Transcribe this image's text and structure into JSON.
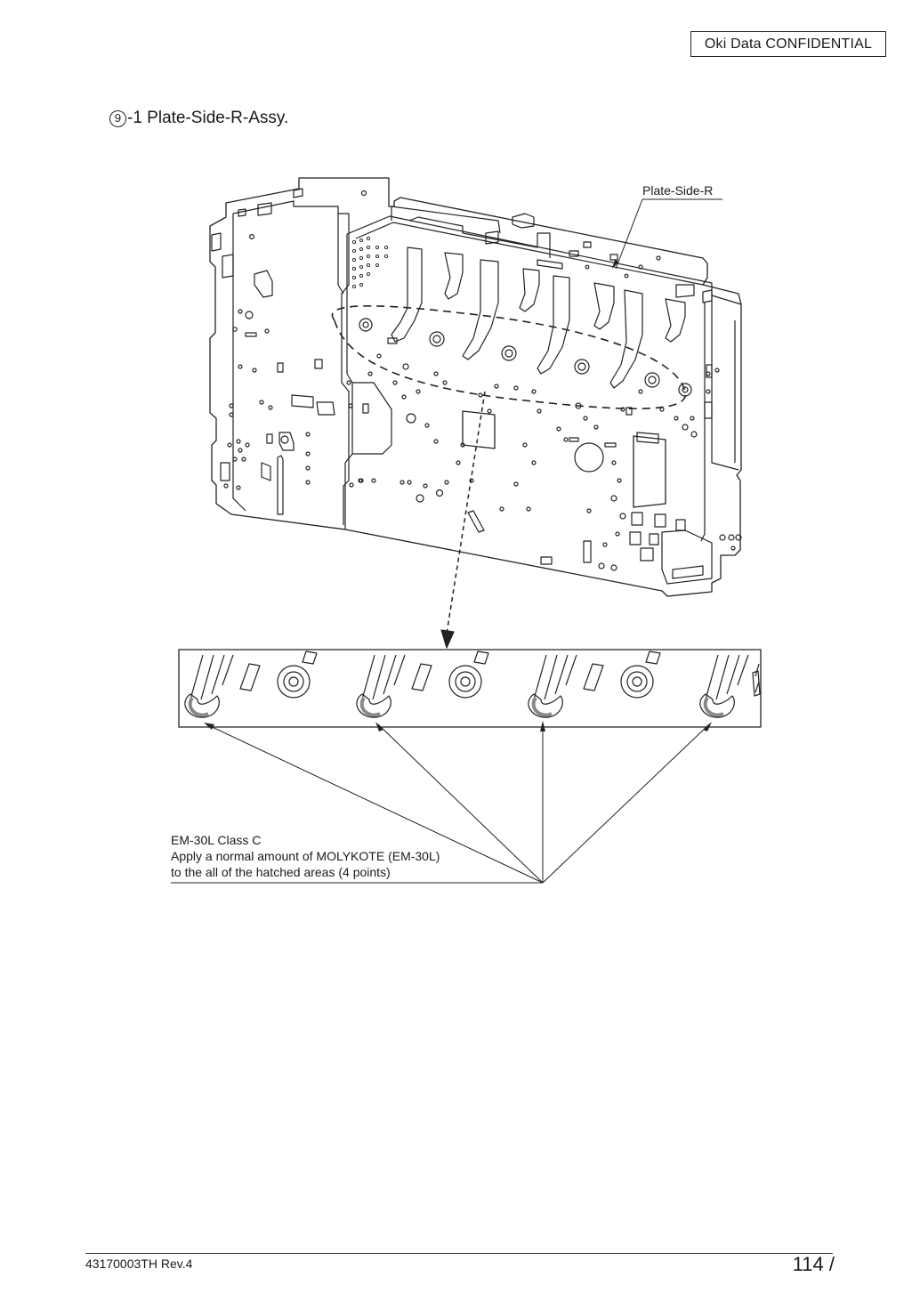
{
  "header": {
    "confidential": "Oki Data CONFIDENTIAL"
  },
  "section": {
    "number": "9",
    "title": "-1 Plate-Side-R-Assy."
  },
  "figure": {
    "part_label": "Plate-Side-R",
    "callout": {
      "line1": "EM-30L Class C",
      "line2": "Apply a normal amount of MOLYKOTE (EM-30L)",
      "line3": "to the all of the hatched areas (4 points)"
    }
  },
  "footer": {
    "doc_id": "43170003TH  Rev.4",
    "page": "114 /"
  }
}
